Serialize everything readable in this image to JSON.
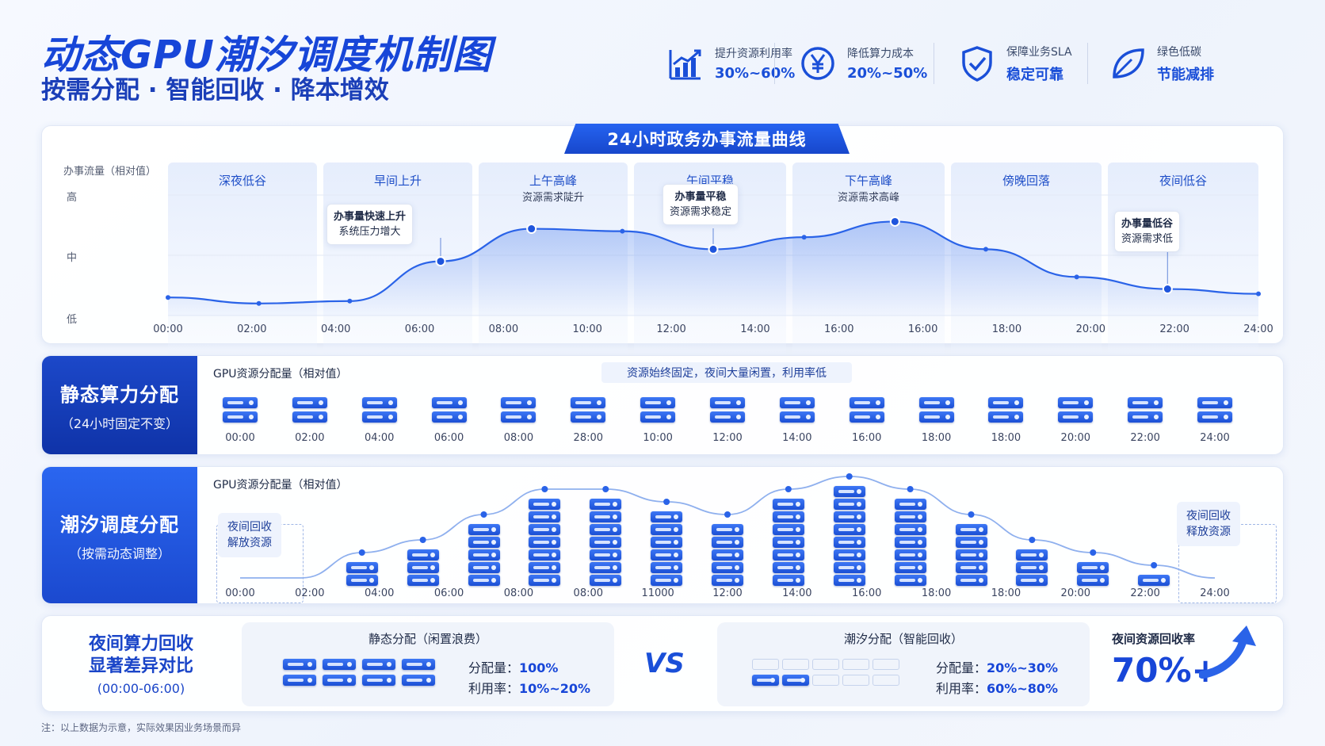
{
  "header": {
    "title": "动态GPU潮汐调度机制图",
    "subtitle": "按需分配 · 智能回收 · 降本增效"
  },
  "kpis": [
    {
      "icon": "bar-chart-up-icon",
      "label": "提升资源利用率",
      "value": "30%~60%"
    },
    {
      "icon": "yen-coin-icon",
      "label": "降低算力成本",
      "value": "20%~50%"
    },
    {
      "icon": "shield-check-icon",
      "label": "保障业务SLA",
      "value": "稳定可靠"
    },
    {
      "icon": "leaf-icon",
      "label": "绿色低碳",
      "value": "节能减排"
    }
  ],
  "curve": {
    "tab": "24小时政务办事流量曲线",
    "ylabel": "办事流量（相对值）",
    "yticks": [
      "高",
      "中",
      "低"
    ],
    "xticks": [
      "00:00",
      "02:00",
      "04:00",
      "06:00",
      "08:00",
      "10:00",
      "12:00",
      "14:00",
      "16:00",
      "16:00",
      "18:00",
      "20:00",
      "22:00",
      "24:00"
    ],
    "bands": [
      {
        "label": "深夜低谷",
        "sub": ""
      },
      {
        "label": "早间上升",
        "sub": ""
      },
      {
        "label": "上午高峰",
        "sub": "资源需求陡升"
      },
      {
        "label": "午间平稳",
        "sub": ""
      },
      {
        "label": "下午高峰",
        "sub": "资源需求高峰"
      },
      {
        "label": "傍晚回落",
        "sub": ""
      },
      {
        "label": "夜间低谷",
        "sub": ""
      }
    ],
    "callouts": [
      {
        "title": "办事量快速上升",
        "body": "系统压力增大"
      },
      {
        "title": "办事量平稳",
        "body": "资源需求稳定"
      },
      {
        "title": "办事量低谷",
        "body": "资源需求低"
      }
    ]
  },
  "chart_data": {
    "type": "line",
    "x": [
      "00:00",
      "02:00",
      "04:00",
      "06:00",
      "08:00",
      "10:00",
      "12:00",
      "14:00",
      "16:00",
      "18:00",
      "20:00",
      "22:00",
      "24:00"
    ],
    "series": [
      {
        "values": [
          0.15,
          0.1,
          0.12,
          0.45,
          0.72,
          0.7,
          0.55,
          0.65,
          0.78,
          0.55,
          0.32,
          0.22,
          0.18
        ]
      }
    ],
    "ylim": [
      0,
      1
    ]
  },
  "static_row": {
    "title": "静态算力分配",
    "subtitle": "（24小时固定不变）",
    "chart_title": "GPU资源分配量（相对值）",
    "note": "资源始终固定，夜间大量闲置，利用率低",
    "ticks": [
      "00:00",
      "02:00",
      "04:00",
      "06:00",
      "08:00",
      "28:00",
      "10:00",
      "12:00",
      "14:00",
      "16:00",
      "18:00",
      "18:00",
      "20:00",
      "22:00",
      "24:00"
    ]
  },
  "tide_row": {
    "title": "潮汐调度分配",
    "subtitle": "（按需动态调整）",
    "chart_title": "GPU资源分配量（相对值）",
    "note_left": [
      "夜间回收",
      "解放资源"
    ],
    "note_right": [
      "夜间回收",
      "释放资源"
    ],
    "ticks": [
      "00:00",
      "02:00",
      "04:00",
      "06:00",
      "08:00",
      "08:00",
      "11000",
      "12:00",
      "14:00",
      "16:00",
      "18:00",
      "18:00",
      "20:00",
      "22:00",
      "24:00"
    ],
    "stacks": [
      0,
      0,
      2,
      3,
      5,
      7,
      7,
      6,
      5,
      7,
      8,
      7,
      5,
      3,
      2,
      1,
      0
    ]
  },
  "compare": {
    "title": [
      "夜间算力回收",
      "显著差异对比"
    ],
    "range": "(00:00-06:00)",
    "static": {
      "title": "静态分配（闲置浪费）",
      "alloc_label": "分配量：",
      "alloc": "100%",
      "util_label": "利用率：",
      "util": "10%~20%"
    },
    "vs": "VS",
    "tide": {
      "title": "潮汐分配（智能回收）",
      "alloc_label": "分配量：",
      "alloc": "20%~30%",
      "util_label": "利用率：",
      "util": "60%~80%"
    },
    "recovery_label": "夜间资源回收率",
    "recovery_value": "70%+"
  },
  "footnote": "注：以上数据为示意，实际效果因业务场景而异",
  "colors": {
    "primary": "#1746d8",
    "accent": "#2563f0",
    "curve": "#2a63e8"
  }
}
